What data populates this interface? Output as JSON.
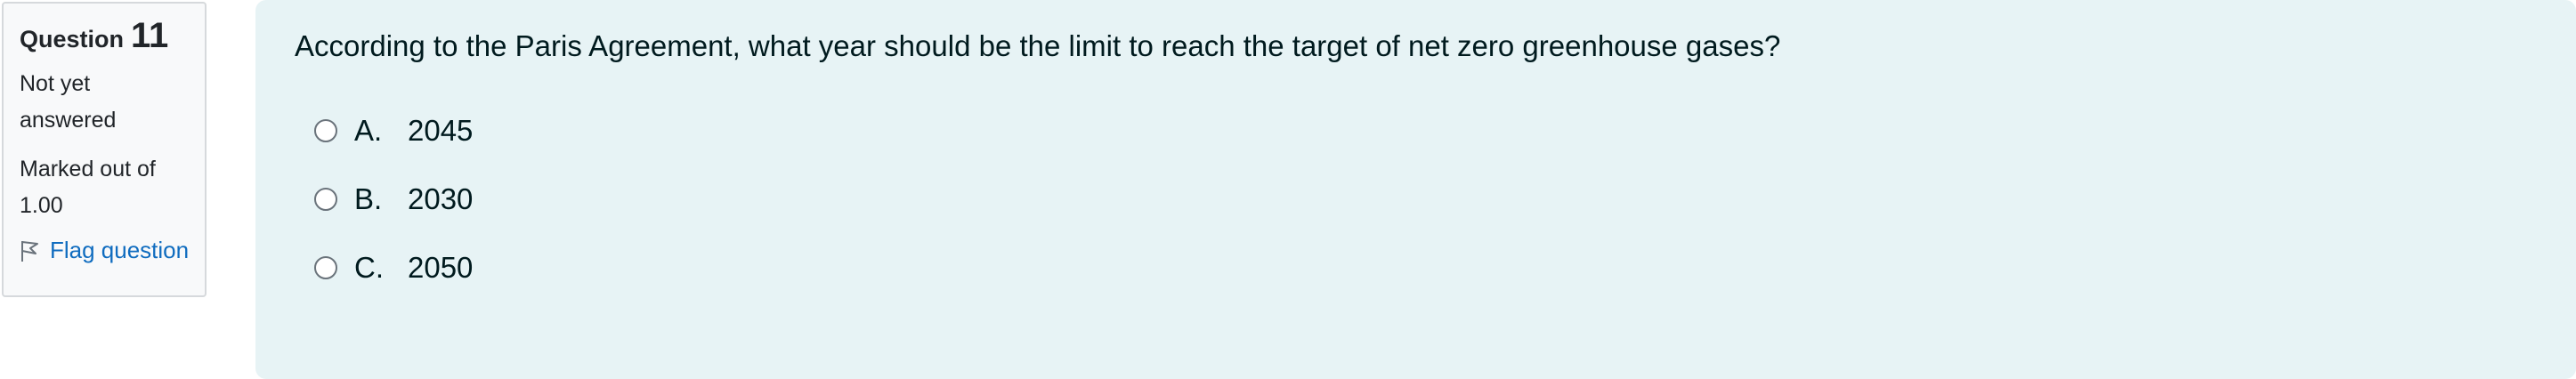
{
  "info": {
    "question_word": "Question",
    "question_number": "11",
    "state_line1": "Not yet",
    "state_line2": "answered",
    "grade_line1": "Marked out of",
    "grade_line2": "1.00",
    "flag_label": "Flag question"
  },
  "question": {
    "text": "According to the Paris Agreement, what year should be the limit to reach the target of net zero greenhouse gases?",
    "answers": [
      {
        "letter": "A.",
        "value": "2045"
      },
      {
        "letter": "B.",
        "value": "2030"
      },
      {
        "letter": "C.",
        "value": "2050"
      }
    ]
  },
  "colors": {
    "formulation_bg": "#e7f3f5",
    "info_bg": "#f8f9fa",
    "link": "#0f6cbf"
  },
  "icons": {
    "flag": "flag-icon"
  }
}
